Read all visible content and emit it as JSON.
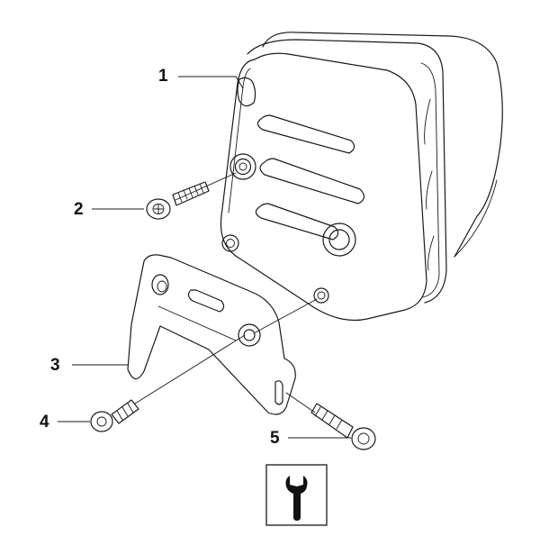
{
  "callouts": [
    {
      "label": "1",
      "part": "muffler"
    },
    {
      "label": "2",
      "part": "screw"
    },
    {
      "label": "3",
      "part": "bracket"
    },
    {
      "label": "4",
      "part": "collar-screw"
    },
    {
      "label": "5",
      "part": "collar-screw"
    }
  ],
  "colors": {
    "highlight": "#f5ea2c",
    "line": "#1a1a1a",
    "background": "#ffffff"
  },
  "icons": {
    "tool": "wrench-icon"
  }
}
